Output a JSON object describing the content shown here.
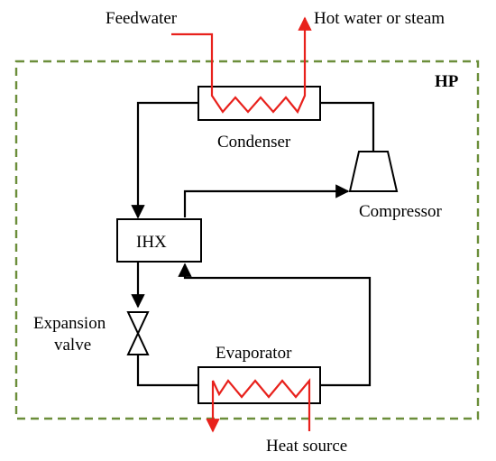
{
  "system_label": "HP",
  "components": {
    "condenser": "Condenser",
    "compressor": "Compressor",
    "ihx": "IHX",
    "expansion_valve": [
      "Expansion",
      "valve"
    ],
    "evaporator": "Evaporator"
  },
  "streams": {
    "feedwater": "Feedwater",
    "hot_water": "Hot water or steam",
    "heat_source": "Heat source"
  },
  "colors": {
    "boundary": "#6b8e3a",
    "refrigerant_line": "#000000",
    "water_line": "#e8211c",
    "component_fill": "#ffffff"
  }
}
